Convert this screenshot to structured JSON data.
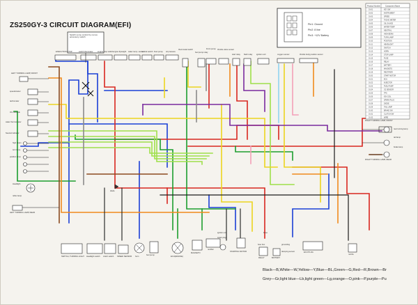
{
  "title": "ZS250GY-3 CIRCUIT DIAGRAM(EFI)",
  "legend": {
    "line1": "Black—B,White—W,Yellow—Y,Blue—BL,Green—G,Red—R,Brown—Br",
    "line2": "Grey—Gr,light blue—Lb,light green—Lg,orange—O,pink—P,purple—Pu"
  },
  "switch_note": "Switch some control by not as accessory switch",
  "connector_box": {
    "items": [
      "Pin1: Ground",
      "Pin2: 8 line",
      "Pin3: +12V Battery"
    ]
  },
  "top_components": [
    "EXECUTION STOP",
    "switch illuminator",
    "engine stop switch",
    "engine flyweight",
    "water temp. sensor",
    "neutral switch",
    "Fuel pump",
    "oil pressure",
    "thermostat switch",
    "fuel pump relay",
    "Front pump",
    "throttle valve sensor",
    "start relay",
    "flash relay",
    "ignition coil",
    "oxygen sensor",
    "throttle body position sensor"
  ],
  "left_components": [
    "LEFT TURNING LAMP, FRONT",
    "speedometer",
    "tachometer",
    "OIL GAUGE",
    "water thermometer",
    "Neutral indicator",
    "high beam",
    "turn lamp",
    "position lamp",
    "Headlight",
    "reflex lamp",
    "LEFT TURNING LAMP, REAR"
  ],
  "right_components": [
    "RIGHT TURNING LAMP, FRONT",
    "tail lamp",
    "RIGHT TURNING LAMP, REAR",
    "rear turning lamp",
    "brake lamp"
  ],
  "bottom_components": [
    "SWITCH, TURNING LIGHT",
    "Headlight switch",
    "clutch switch",
    "SPEED SENSOR",
    "horn",
    "fuel pump",
    "ECU(ENGINE)",
    "MAGNETO",
    "rectifier",
    "STARTING MOTOR",
    "RELAY",
    "fuse box",
    "BATTERY",
    "grounding",
    "damping sensor",
    "ECU PLUG",
    "nozzle"
  ],
  "side_labels": [
    "diode",
    "ignition coil",
    "spark plug",
    "Fuse"
  ],
  "table": {
    "header": [
      "Product Number",
      "Component Name"
    ],
    "rows": [
      [
        "01-01",
        "KEY SW"
      ],
      [
        "01-02",
        "INSTRUMENT"
      ],
      [
        "01-03",
        "SPEED"
      ],
      [
        "01-04",
        "TACHO METER"
      ],
      [
        "01-05",
        "OIL GAUGE"
      ],
      [
        "01-06",
        "WATER TEMP"
      ],
      [
        "01-07",
        "NEUTRAL"
      ],
      [
        "01-08",
        "HIGH BEAM"
      ],
      [
        "01-09",
        "TURN LAMP"
      ],
      [
        "01-10",
        "POSITION"
      ],
      [
        "01-11",
        "HEADLIGHT"
      ],
      [
        "01-12",
        "SWITCH"
      ],
      [
        "01-13",
        "HORN"
      ],
      [
        "01-14",
        "STOP LAMP"
      ],
      [
        "01-15",
        "FUSE"
      ],
      [
        "01-16",
        "RELAY"
      ],
      [
        "01-17",
        "BATTERY"
      ],
      [
        "01-18",
        "MAGNETO"
      ],
      [
        "01-19",
        "RECTIFIER"
      ],
      [
        "01-20",
        "START MOTOR"
      ],
      [
        "01-21",
        "ECU"
      ],
      [
        "01-22",
        "INJECTOR"
      ],
      [
        "01-23",
        "FUEL PUMP"
      ],
      [
        "01-24",
        "O2 SENSOR"
      ],
      [
        "01-25",
        "TPS"
      ],
      [
        "01-26",
        "IGN COIL"
      ],
      [
        "01-27",
        "SPARK PLUG"
      ],
      [
        "01-28",
        "DIODE"
      ],
      [
        "01-29",
        "TAIL LAMP"
      ],
      [
        "01-30",
        "BRAKE SW"
      ],
      [
        "01-31",
        "CLUTCH SW"
      ],
      [
        "01-32",
        "WIRE"
      ]
    ]
  },
  "wire_colors": {
    "black": "#1a1a1a",
    "blue": "#1a3fd6",
    "green": "#1c9e2e",
    "red": "#d8261e",
    "yellow": "#ecd51e",
    "orange": "#f08a1b",
    "purple": "#7a2a9e",
    "brown": "#8b4a1f",
    "grey": "#8a8a8a",
    "lightgreen": "#9fe04a",
    "lightblue": "#8fd4f0",
    "pink": "#f3a0b8"
  }
}
